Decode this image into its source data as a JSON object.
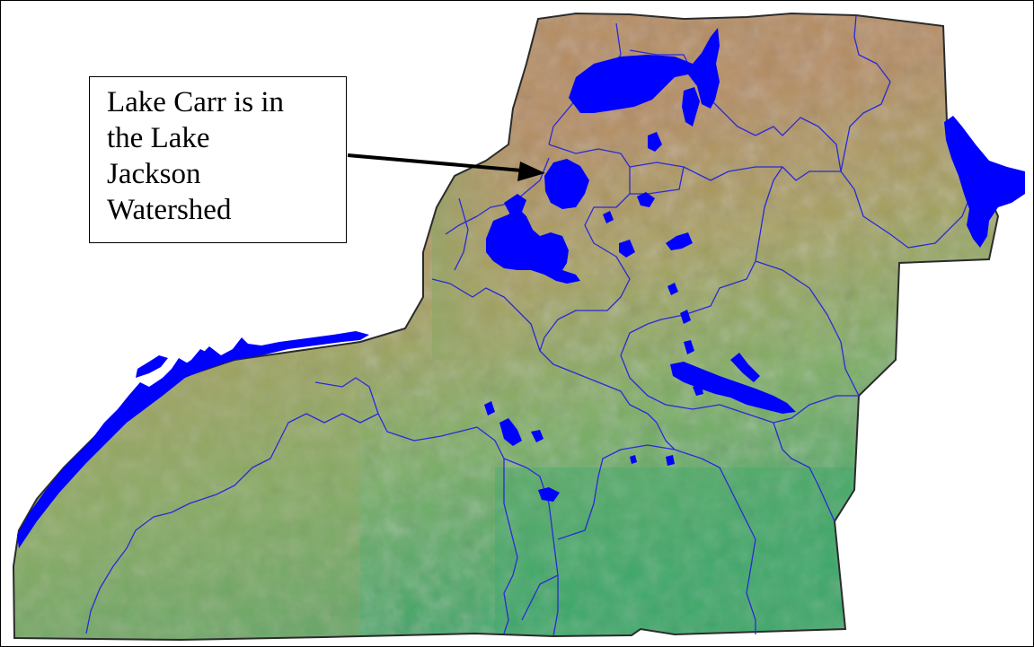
{
  "callout": {
    "lines": [
      "Lake Carr is in",
      "the Lake",
      "Jackson",
      "Watershed"
    ]
  },
  "colors": {
    "water": "#0000ff",
    "boundary": "#2a2ad8",
    "outline": "#222222",
    "terrain_low": "#3da66a",
    "terrain_mid": "#9fa85d",
    "terrain_high": "#b9895c",
    "arrow": "#000000"
  },
  "icons": {
    "arrow": "arrow-pointer-icon"
  }
}
